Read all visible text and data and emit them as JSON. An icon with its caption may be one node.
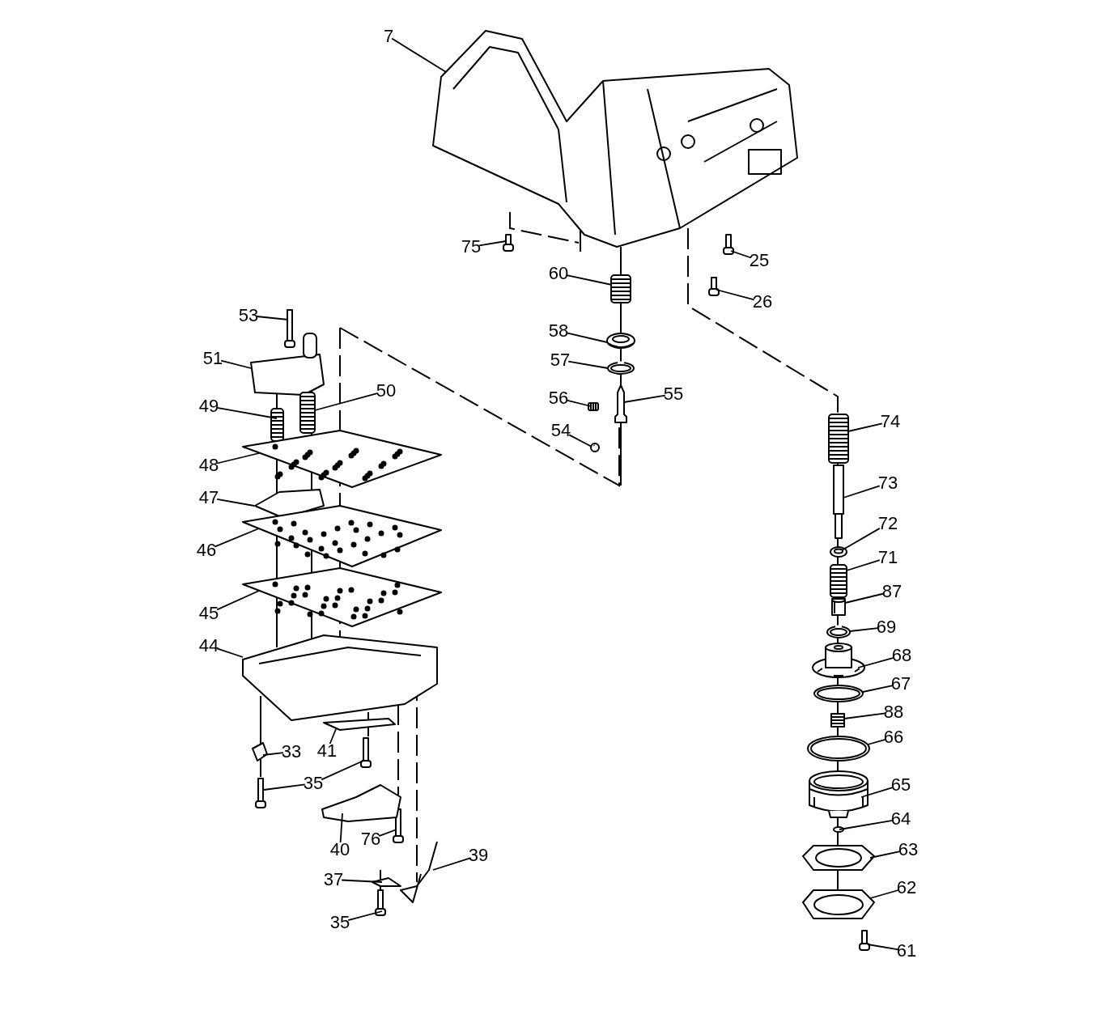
{
  "diagram": {
    "nodes": [
      {
        "text": [
          "7"
        ]
      },
      {
        "text": [
          "75"
        ]
      },
      {
        "text": [
          "25"
        ]
      },
      {
        "text": [
          "60"
        ]
      },
      {
        "text": [
          "26"
        ]
      },
      {
        "text": [
          "53"
        ]
      },
      {
        "text": [
          "58"
        ]
      },
      {
        "text": [
          "51"
        ]
      },
      {
        "text": [
          "57"
        ]
      },
      {
        "text": [
          "50"
        ]
      },
      {
        "text": [
          "55"
        ]
      },
      {
        "text": [
          "56"
        ]
      },
      {
        "text": [
          "49"
        ]
      },
      {
        "text": [
          "74"
        ]
      },
      {
        "text": [
          "54"
        ]
      },
      {
        "text": [
          "48"
        ]
      },
      {
        "text": [
          "73"
        ]
      },
      {
        "text": [
          "47"
        ]
      },
      {
        "text": [
          "72"
        ]
      },
      {
        "text": [
          "46"
        ]
      },
      {
        "text": [
          "71"
        ]
      },
      {
        "text": [
          "87"
        ]
      },
      {
        "text": [
          "45"
        ]
      },
      {
        "text": [
          "69"
        ]
      },
      {
        "text": [
          "44"
        ]
      },
      {
        "text": [
          "68"
        ]
      },
      {
        "text": [
          "67"
        ]
      },
      {
        "text": [
          "88"
        ]
      },
      {
        "text": [
          "66"
        ]
      },
      {
        "text": [
          "33"
        ]
      },
      {
        "text": [
          "41"
        ]
      },
      {
        "text": [
          "35"
        ]
      },
      {
        "text": [
          "65"
        ]
      },
      {
        "text": [
          "64"
        ]
      },
      {
        "text": [
          "76"
        ]
      },
      {
        "text": [
          "40"
        ]
      },
      {
        "text": [
          "63"
        ]
      },
      {
        "text": [
          "39"
        ]
      },
      {
        "text": [
          "37"
        ]
      },
      {
        "text": [
          "62"
        ]
      },
      {
        "text": [
          "35"
        ]
      },
      {
        "text": [
          "61"
        ]
      },
      {
        "text": [],
        "shape": "picture"
      },
      {
        "text": [],
        "shape": "picture"
      },
      {
        "text": [],
        "shape": "picture"
      },
      {
        "text": [],
        "shape": "picture"
      },
      {
        "text": [],
        "shape": "picture"
      },
      {
        "text": [],
        "shape": "picture"
      },
      {
        "text": [],
        "shape": "picture"
      },
      {
        "text": [],
        "shape": "picture"
      },
      {
        "text": [],
        "shape": "picture"
      },
      {
        "text": [],
        "shape": "picture"
      },
      {
        "text": [],
        "shape": "picture"
      },
      {
        "text": [],
        "shape": "picture"
      },
      {
        "text": [],
        "shape": "picture"
      },
      {
        "text": [],
        "shape": "picture"
      },
      {
        "text": [],
        "shape": "picture"
      },
      {
        "text": [],
        "shape": "picture"
      },
      {
        "text": [],
        "shape": "picture"
      },
      {
        "text": [],
        "shape": "picture"
      },
      {
        "text": [],
        "shape": "picture"
      },
      {
        "text": [],
        "shape": "picture"
      },
      {
        "text": [],
        "shape": "picture"
      },
      {
        "text": [],
        "shape": "picture"
      },
      {
        "text": [],
        "shape": "picture"
      },
      {
        "text": [],
        "shape": "picture"
      },
      {
        "text": [],
        "shape": "picture"
      },
      {
        "text": [],
        "shape": "picture"
      },
      {
        "text": [],
        "shape": "picture"
      },
      {
        "text": [],
        "shape": "picture"
      },
      {
        "text": [],
        "shape": "picture"
      },
      {
        "text": [],
        "shape": "picture"
      },
      {
        "text": [],
        "shape": "picture"
      },
      {
        "text": [],
        "shape": "picture"
      },
      {
        "text": [],
        "shape": "picture"
      },
      {
        "text": [],
        "shape": "picture"
      },
      {
        "text": [],
        "shape": "circle"
      },
      {
        "text": [],
        "shape": "picture"
      },
      {
        "text": [],
        "shape": "picture"
      },
      {
        "text": [],
        "shape": "picture"
      },
      {
        "text": [],
        "shape": "picture"
      },
      {
        "text": [],
        "shape": "picture"
      },
      {
        "text": [],
        "shape": "picture"
      },
      {
        "text": [],
        "shape": "picture"
      },
      {
        "text": [],
        "shape": "picture"
      }
    ],
    "edges": [
      {
        "from": 0,
        "to": 42,
        "arrow": "none"
      },
      {
        "from": 1,
        "to": 43,
        "arrow": "none"
      },
      {
        "from": 2,
        "to": 44,
        "arrow": "none"
      },
      {
        "from": 3,
        "to": 45,
        "arrow": "none"
      },
      {
        "from": 4,
        "to": 46,
        "arrow": "none"
      },
      {
        "from": 5,
        "to": 47,
        "arrow": "none"
      },
      {
        "from": 6,
        "to": 48,
        "arrow": "none"
      },
      {
        "from": 7,
        "to": 49,
        "arrow": "none"
      },
      {
        "from": 8,
        "to": 50,
        "arrow": "none"
      },
      {
        "from": 9,
        "to": 51,
        "arrow": "none"
      },
      {
        "from": 10,
        "to": 52,
        "arrow": "none"
      },
      {
        "from": 11,
        "to": 53,
        "arrow": "none"
      },
      {
        "from": 12,
        "to": 54,
        "arrow": "none"
      },
      {
        "from": 13,
        "to": 55,
        "arrow": "none"
      },
      {
        "from": 14,
        "to": 56,
        "arrow": "none"
      },
      {
        "from": 15,
        "to": 57,
        "arrow": "none"
      },
      {
        "from": 16,
        "to": 58,
        "arrow": "none"
      },
      {
        "from": 17,
        "to": 59,
        "arrow": "none"
      },
      {
        "from": 18,
        "to": 60,
        "arrow": "none"
      },
      {
        "from": 19,
        "to": 61,
        "arrow": "none"
      },
      {
        "from": 20,
        "to": 62,
        "arrow": "none"
      },
      {
        "from": 21,
        "to": 63,
        "arrow": "none"
      },
      {
        "from": 22,
        "to": 64,
        "arrow": "none"
      },
      {
        "from": 23,
        "to": 65,
        "arrow": "none"
      },
      {
        "from": 24,
        "to": 66,
        "arrow": "none"
      },
      {
        "from": 25,
        "to": 67,
        "arrow": "none"
      },
      {
        "from": 26,
        "to": 68,
        "arrow": "none"
      },
      {
        "from": 27,
        "to": 69,
        "arrow": "none"
      },
      {
        "from": 28,
        "to": 70,
        "arrow": "none"
      },
      {
        "from": 29,
        "to": 71,
        "arrow": "none"
      },
      {
        "from": 30,
        "to": 72,
        "arrow": "none"
      },
      {
        "from": 31,
        "to": 73,
        "arrow": "none"
      },
      {
        "from": 31,
        "to": 74,
        "arrow": "none"
      },
      {
        "from": 32,
        "to": 75,
        "arrow": "none"
      },
      {
        "from": 33,
        "to": 76,
        "arrow": "none"
      },
      {
        "from": 34,
        "to": 77,
        "arrow": "none"
      },
      {
        "from": 35,
        "to": 78,
        "arrow": "none"
      },
      {
        "from": 36,
        "to": 79,
        "arrow": "none"
      },
      {
        "from": 37,
        "to": 80,
        "arrow": "none"
      },
      {
        "from": 38,
        "to": 81,
        "arrow": "none"
      },
      {
        "from": 39,
        "to": 82,
        "arrow": "none"
      },
      {
        "from": 40,
        "to": 83,
        "arrow": "none"
      },
      {
        "from": 41,
        "to": 84,
        "arrow": "none"
      }
    ]
  }
}
